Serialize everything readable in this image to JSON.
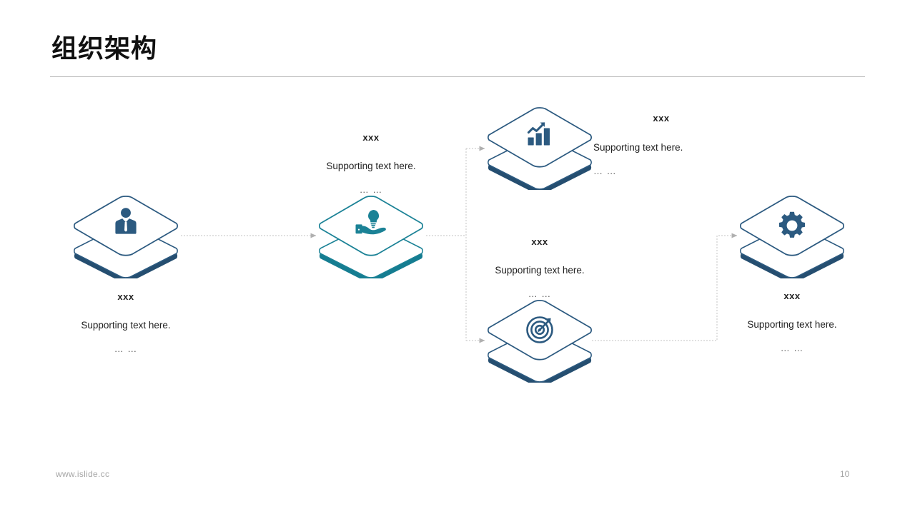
{
  "slide": {
    "title": "组织架构",
    "footer_url": "www.islide.cc",
    "page_number": "10"
  },
  "colors": {
    "primary_blue": "#2c5a80",
    "deep_blue": "#254e70",
    "accent_teal": "#1b8296",
    "teal_dark": "#157d91",
    "connector_gray": "#cfcfcf",
    "arrow_gray": "#b0b0b0",
    "rule_gray": "#b9b9b9",
    "footer_gray": "#a6a6a6"
  },
  "nodes": [
    {
      "id": "person",
      "icon": "businessman-icon",
      "color": "blue",
      "heading": "xxx",
      "body": "Supporting text here.",
      "dots": "… …"
    },
    {
      "id": "idea",
      "icon": "hand-lightbulb-icon",
      "color": "teal",
      "heading": "xxx",
      "body": "Supporting text here.",
      "dots": "… …"
    },
    {
      "id": "growth",
      "icon": "bar-chart-growth-icon",
      "color": "blue",
      "heading": "xxx",
      "body": "Supporting text here.",
      "dots": "… …"
    },
    {
      "id": "target",
      "icon": "target-arrow-icon",
      "color": "blue",
      "heading": "xxx",
      "body": "Supporting text here.",
      "dots": "… …"
    },
    {
      "id": "gear",
      "icon": "gear-icon",
      "color": "blue",
      "heading": "xxx",
      "body": "Supporting text here.",
      "dots": "… …"
    }
  ]
}
